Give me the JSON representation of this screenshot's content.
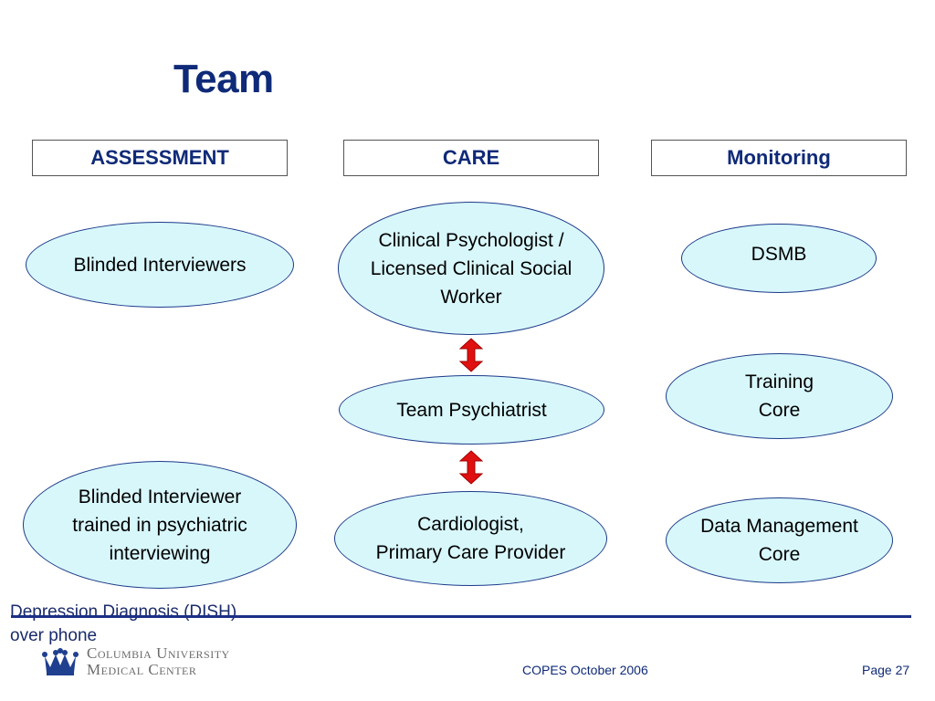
{
  "title": "Team",
  "columns": [
    {
      "label": "ASSESSMENT"
    },
    {
      "label": "CARE"
    },
    {
      "label": "Monitoring"
    }
  ],
  "nodes": {
    "blinded_interviewers": [
      "Blinded Interviewers"
    ],
    "clinical_psychologist": [
      "Clinical Psychologist /",
      "Licensed Clinical Social",
      "Worker"
    ],
    "dsmb": [
      "DSMB"
    ],
    "team_psychiatrist": [
      "Team Psychiatrist"
    ],
    "training_core": [
      "Training",
      "Core"
    ],
    "blinded_interviewer_trained": [
      "Blinded Interviewer",
      "trained in psychiatric",
      "interviewing"
    ],
    "cardiologist": [
      "Cardiologist,",
      "Primary Care Provider"
    ],
    "data_management": [
      "Data Management",
      "Core"
    ]
  },
  "footnote": [
    "Depression Diagnosis (DISH)",
    "over phone"
  ],
  "footer": {
    "logo_line1": "Columbia University",
    "logo_line2": "Medical Center",
    "center": "COPES October 2006",
    "page": "Page 27"
  },
  "colors": {
    "title": "#0f2a78",
    "ellipse_fill": "#d8f7fb",
    "ellipse_border": "#1c3a8a",
    "arrow": "#e01010",
    "rule": "#1c2f86"
  }
}
